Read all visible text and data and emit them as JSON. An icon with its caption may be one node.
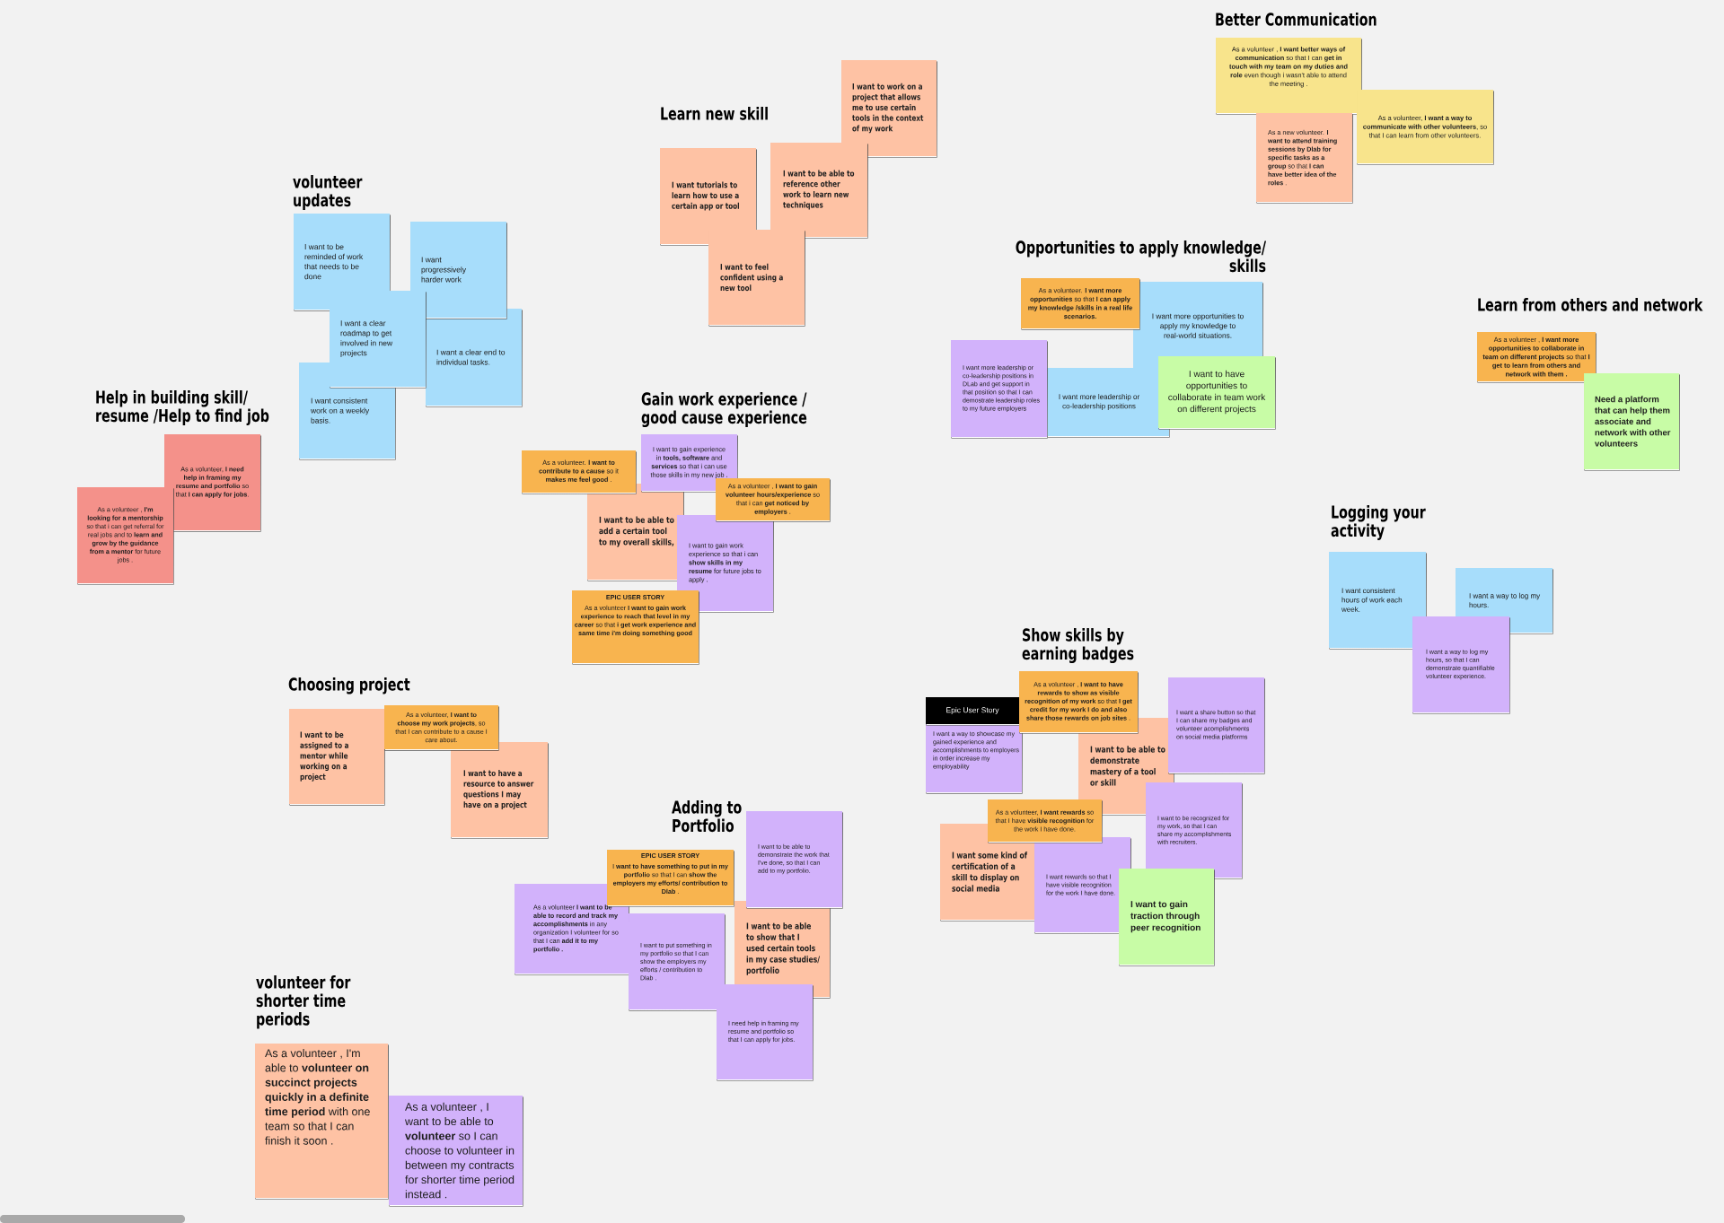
{
  "diagram": {
    "nodes": [
      {
        "text": [
          "As a volunteer , **I want better ways of communication** so that I can **get in touch with my team on my duties and role** even though i wasn't able to attend the meeting ."
        ]
      },
      {
        "text": [
          "As a volunteer, **I want a way to communicate with other volunteers**, so that I can learn from other volunteers."
        ]
      },
      {
        "text": [
          "As a new volunteer. **I want to attend training sessions by Dlab for specific tasks as a group** so that **I can have better idea of the roles** ."
        ]
      },
      {
        "text": [
          "I want to work on a project that allows me to use certain tools in the context of my work"
        ]
      },
      {
        "text": [
          "I want tutorials to learn how to use a certain app or tool"
        ]
      },
      {
        "text": [
          "I want to be able to reference other work to learn new techniques"
        ]
      },
      {
        "text": [
          "I want to feel confident using a new tool"
        ]
      },
      {
        "text": [
          "I want to be reminded of work that needs to be done"
        ]
      },
      {
        "text": [
          "I want progressively harder work"
        ]
      },
      {
        "text": [
          "I want a clear roadmap to get involved in new projects"
        ]
      },
      {
        "text": [
          "I want a clear end to individual tasks."
        ]
      },
      {
        "text": [
          "I want consistent work on a weekly basis."
        ]
      },
      {
        "text": [
          "As a volunteer. **I want more opportunities** so that **I can apply my knowledge /skills in a real life scenarios.**"
        ]
      },
      {
        "text": [
          "I want more opportunities to apply my knowledge to real-world situations."
        ]
      },
      {
        "text": [
          "I want more leadership or co-leadership positions in DLab and get support in that position so that I can demostrate leadership roles to my future employers"
        ]
      },
      {
        "text": [
          "I want more leadership or co-leadership positions"
        ]
      },
      {
        "text": [
          "I want to have opportunities to collaborate in team work on different projects"
        ]
      },
      {
        "text": [
          "As a volunteer , **I want more opportunities to collaborate in team on different projects** so that **I get to learn from others and network with them .**"
        ]
      },
      {
        "text": [
          "Need a platform that can help them associate and network with other volunteers"
        ]
      },
      {
        "text": [
          "As a volunteer, **I need help in framing my resume and portfolio** so that **I can apply for jobs**."
        ]
      },
      {
        "text": [
          "As a volunteer , **I'm looking for a mentorship** so that i can get referral for real jobs and to **learn and grow by the guidance from a mentor** for future jobs ."
        ]
      },
      {
        "text": [
          "I want to gain experience in **tools, software** and **services** so that i can use those skills in my new job ."
        ]
      },
      {
        "text": [
          "As a volunteer. **I want to contribute to a cause** so it **makes me feel good** ."
        ]
      },
      {
        "text": [
          "As a volunteer , **I want to gain volunteer hours/experience** so that i can **get noticed by employers** ."
        ]
      },
      {
        "text": [
          "I want to be able to add a certain tool to my overall skills,"
        ]
      },
      {
        "text": [
          "I want to gain work experience so that i can **show skills in my resume** for future jobs to apply ."
        ]
      },
      {
        "text": [
          "EPIC USER STORY",
          "As a volunteer **I want to gain work experience to reach that level in my career** so that **i get work experience and same time i'm doing something good**"
        ]
      },
      {
        "text": [
          "I want consistent hours of work each week."
        ]
      },
      {
        "text": [
          "I want a way to log my hours."
        ]
      },
      {
        "text": [
          "I want a way to log my hours, so that I can demonstrate quantifiable volunteer experience."
        ]
      },
      {
        "text": [
          "Epic User Story"
        ]
      },
      {
        "text": [
          "I want a way to showcase my gained experience and accomplishments to employers in order increase my employability"
        ]
      },
      {
        "text": [
          "As a volunteer , **I want to have rewards to show as visible recognition of my work** so that **I get credit for my work I do and also share those rewards on job sites** ."
        ]
      },
      {
        "text": [
          "I want a share button so that I can share my badges and volunteer acomplishments on social media platforms"
        ]
      },
      {
        "text": [
          "I want to be able to demonstrate mastery of a tool or skill"
        ]
      },
      {
        "text": [
          "I want to be recognized for my work, so that I can share my accomplishments with recruiters."
        ]
      },
      {
        "text": [
          "As a volunteer, **I want rewards** so that I have **visible recognition** for the work I have done."
        ]
      },
      {
        "text": [
          "I want some kind of certification of a skill to display on social media"
        ]
      },
      {
        "text": [
          "I want rewards so that I have visible recognition for the work I have done."
        ]
      },
      {
        "text": [
          "I want to gain traction through peer recognition"
        ]
      },
      {
        "text": [
          "I want to be assigned to a mentor while working on a project"
        ]
      },
      {
        "text": [
          "As a volunteer, **I want to choose my work projects**, so that I can contribute to a cause I care about."
        ]
      },
      {
        "text": [
          "I want to have a resource to answer questions I may have on a project"
        ]
      },
      {
        "text": [
          "I want to be able to demonstrate the work that I've done, so that I can add to my portfolio."
        ]
      },
      {
        "text": [
          "EPIC USER STORY",
          "I **want to have something to put in my portfolio** so that I can **show the employers my efforts/ contribution to Dlab** ."
        ]
      },
      {
        "text": [
          "As a volunteer **I want to be able to record and track my accomplishments** in any organization I volunteer for so that I can **add it to my portfolio .**"
        ]
      },
      {
        "text": [
          "I want to be able to show that I used certain tools in my case studies/ portfolio"
        ]
      },
      {
        "text": [
          "I want to put something in my portfolio so that I can show the employers my efforts / contribution to Dlab ."
        ]
      },
      {
        "text": [
          "I need help in framing my resume and portfolio so that I can apply for jobs."
        ]
      },
      {
        "text": [
          "As a volunteer , I'm able to **volunteer on succinct projects quickly in a definite time period** with one team so that I can finish it soon ."
        ]
      },
      {
        "text": [
          "As a volunteer , I want to be able to **volunteer** so I can choose to volunteer in between my contracts for shorter time period instead ."
        ]
      }
    ],
    "labels": [
      "Better Communication",
      "Learn new skill",
      "volunteer updates",
      "Opportunities to apply knowledge/ skills",
      "Learn from others and network",
      "Help in building skill/ resume /Help to find job",
      "Gain work experience / good cause experience",
      "Logging your activity",
      "Show skills by earning badges",
      "Choosing project",
      "Adding to Portfolio",
      "volunteer for shorter time periods"
    ]
  }
}
